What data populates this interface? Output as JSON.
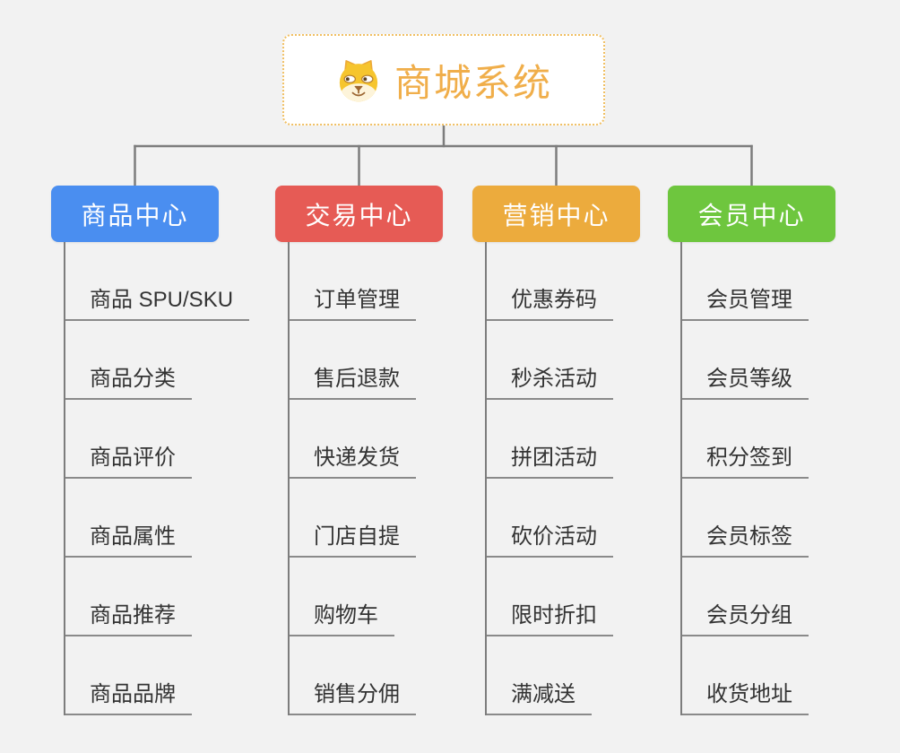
{
  "root": {
    "title": "商城系统",
    "icon": "dog-face-icon"
  },
  "colors": {
    "background": "#f2f2f2",
    "root_border": "#f0bf62",
    "root_text": "#f0ae4a",
    "connector": "#7d7d7d",
    "child_underline": "#8a8a8a",
    "child_text": "#333333"
  },
  "branches": [
    {
      "label": "商品中心",
      "color": "#4a8ef0",
      "children": [
        "商品 SPU/SKU",
        "商品分类",
        "商品评价",
        "商品属性",
        "商品推荐",
        "商品品牌"
      ]
    },
    {
      "label": "交易中心",
      "color": "#e65b55",
      "children": [
        "订单管理",
        "售后退款",
        "快递发货",
        "门店自提",
        "购物车",
        "销售分佣"
      ]
    },
    {
      "label": "营销中心",
      "color": "#ecab3d",
      "children": [
        "优惠券码",
        "秒杀活动",
        "拼团活动",
        "砍价活动",
        "限时折扣",
        "满减送"
      ]
    },
    {
      "label": "会员中心",
      "color": "#6ec63e",
      "children": [
        "会员管理",
        "会员等级",
        "积分签到",
        "会员标签",
        "会员分组",
        "收货地址"
      ]
    }
  ]
}
